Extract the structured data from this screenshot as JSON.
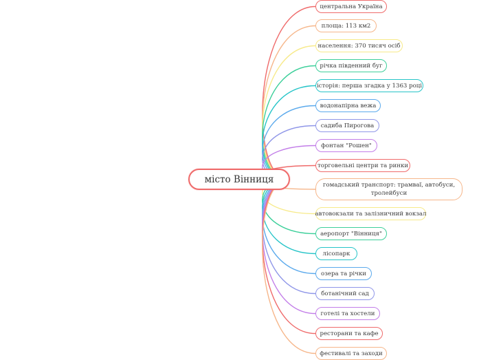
{
  "central": {
    "label": "місто Вінниця",
    "color": "#ef6a6a"
  },
  "branches": [
    {
      "label": "центральна Україна",
      "color": "#ef6a6a"
    },
    {
      "label": "площа: 113 км2",
      "color": "#f6b68a"
    },
    {
      "label": "населення: 370 тисяч осіб",
      "color": "#f7ea8a"
    },
    {
      "label": "річка південний буг",
      "color": "#3ccf9a"
    },
    {
      "label": "історія: перша згадка у 1363 році",
      "color": "#26c4c8"
    },
    {
      "label": "водонапірна вежа",
      "color": "#5aa9ec"
    },
    {
      "label": "садиба Пирогова",
      "color": "#8f96e8"
    },
    {
      "label": "фонтан \"Рошен\"",
      "color": "#c27de8"
    },
    {
      "label": "торговельні центри та ринки",
      "color": "#ef6a6a"
    },
    {
      "label": "гомадський транспорт: трамваї, автобуси, тролейбуси",
      "color": "#f6b68a"
    },
    {
      "label": "автовокзали та залізничний вокзал",
      "color": "#f7ea8a"
    },
    {
      "label": "аеропорт \"Вінниця\"",
      "color": "#3ccf9a"
    },
    {
      "label": "лісопарк",
      "color": "#26c4c8"
    },
    {
      "label": "озера та річки",
      "color": "#5aa9ec"
    },
    {
      "label": "ботанічний сад",
      "color": "#8f96e8"
    },
    {
      "label": "готелі та хостели",
      "color": "#c27de8"
    },
    {
      "label": "ресторани та кафе",
      "color": "#ef6a6a"
    },
    {
      "label": "фестивалі та заходи",
      "color": "#f6b68a"
    }
  ]
}
